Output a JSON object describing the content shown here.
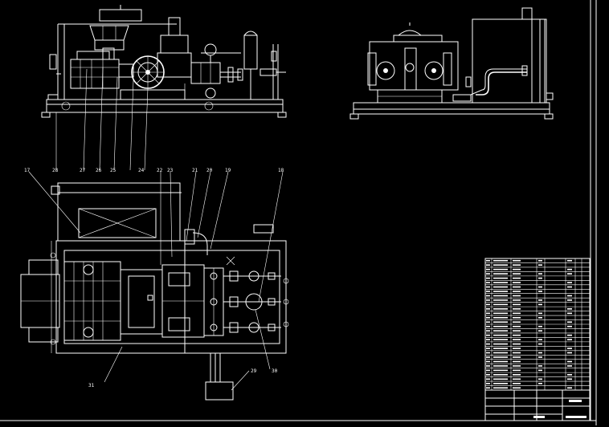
{
  "balloons": [
    {
      "id": "b1",
      "label": "28"
    },
    {
      "id": "b2",
      "label": "27"
    },
    {
      "id": "b3",
      "label": "26"
    },
    {
      "id": "b4",
      "label": "25"
    },
    {
      "id": "b5",
      "label": "24"
    },
    {
      "id": "b6",
      "label": "17"
    },
    {
      "id": "b7",
      "label": "22"
    },
    {
      "id": "b8",
      "label": "23"
    },
    {
      "id": "b9",
      "label": "21"
    },
    {
      "id": "b10",
      "label": "20"
    },
    {
      "id": "b11",
      "label": "19"
    },
    {
      "id": "b12",
      "label": "18"
    },
    {
      "id": "b13",
      "label": "31"
    },
    {
      "id": "b14",
      "label": "30"
    },
    {
      "id": "b15",
      "label": "29"
    }
  ],
  "colors": {
    "background": "#000000",
    "line": "#ffffff"
  }
}
